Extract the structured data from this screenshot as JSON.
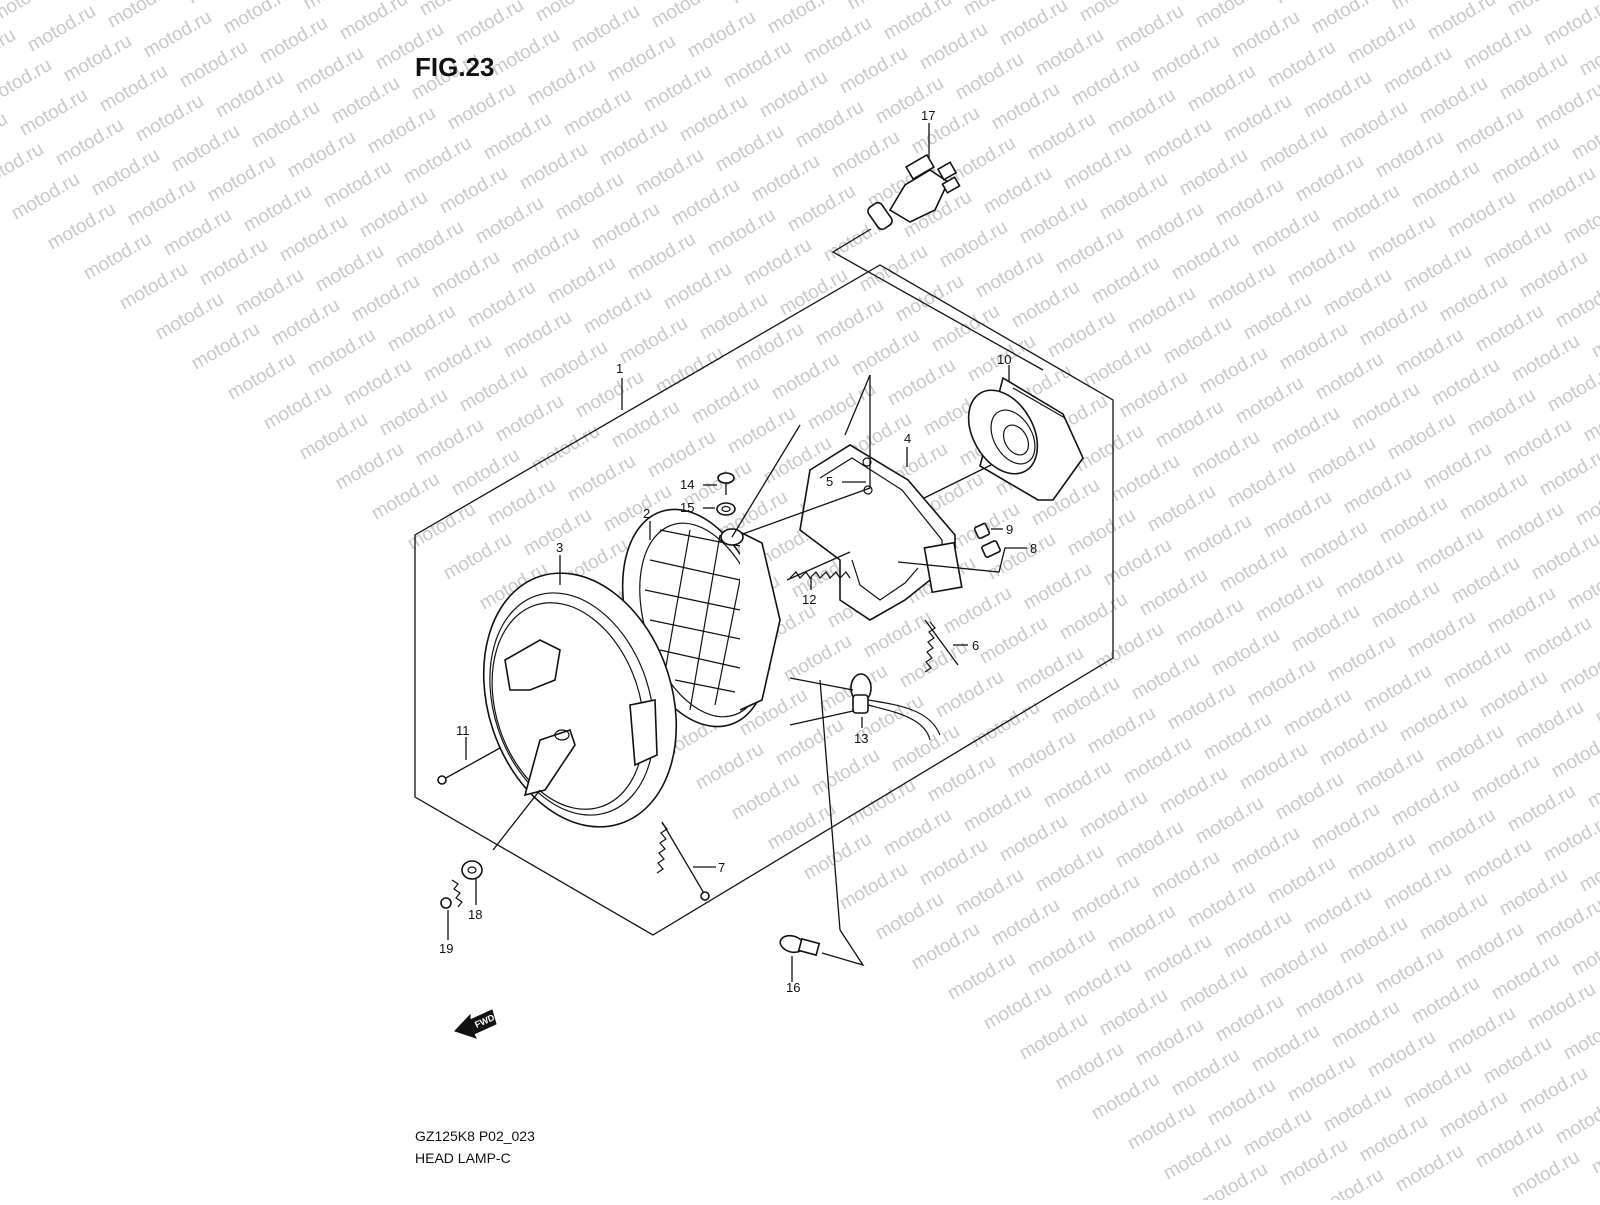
{
  "figure": {
    "title": "FIG.23",
    "model_code": "GZ125K8 P02_023",
    "name": "HEAD LAMP-C"
  },
  "watermark": "motod.ru",
  "fwd_label": "FWD",
  "callouts": [
    "1",
    "2",
    "3",
    "4",
    "5",
    "6",
    "7",
    "8",
    "9",
    "10",
    "11",
    "12",
    "13",
    "14",
    "15",
    "16",
    "17",
    "18",
    "19"
  ]
}
